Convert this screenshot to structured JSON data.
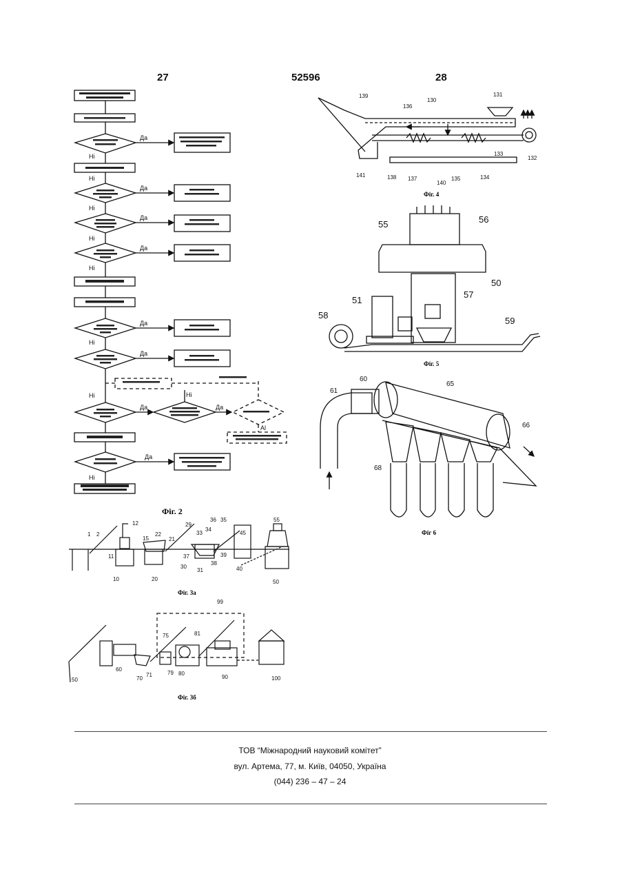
{
  "header": {
    "left_page": "27",
    "doc_number": "52596",
    "right_page": "28"
  },
  "fig2": {
    "caption": "Фіг. 2",
    "yes": "Да",
    "no": "Ні",
    "al": "Al"
  },
  "fig4": {
    "caption": "Фіг. 4",
    "labels": [
      "139",
      "130",
      "131",
      "136",
      "132",
      "133",
      "141",
      "138",
      "137",
      "140",
      "135",
      "134"
    ]
  },
  "fig5": {
    "caption": "Фіг. 5",
    "labels": [
      "55",
      "56",
      "50",
      "51",
      "57",
      "58",
      "59"
    ]
  },
  "fig6": {
    "caption": "Фіг 6",
    "labels": [
      "60",
      "65",
      "61",
      "66",
      "68"
    ]
  },
  "fig3a": {
    "caption": "Фіг. 3а",
    "labels": [
      "12",
      "1",
      "2",
      "15",
      "22",
      "21",
      "29",
      "36",
      "35",
      "33",
      "34",
      "55",
      "45",
      "39",
      "30",
      "31",
      "38",
      "40",
      "37",
      "10",
      "20",
      "50",
      "11"
    ]
  },
  "fig3b": {
    "caption": "Фіг. 3б",
    "labels": [
      "99",
      "75",
      "81",
      "50",
      "60",
      "70",
      "71",
      "79",
      "80",
      "90",
      "100"
    ]
  },
  "footer": {
    "company": "ТОВ “Міжнародний науковий комітет”",
    "address": "вул. Артема, 77, м. Київ, 04050, Україна",
    "phone": "(044) 236 – 47 – 24"
  }
}
